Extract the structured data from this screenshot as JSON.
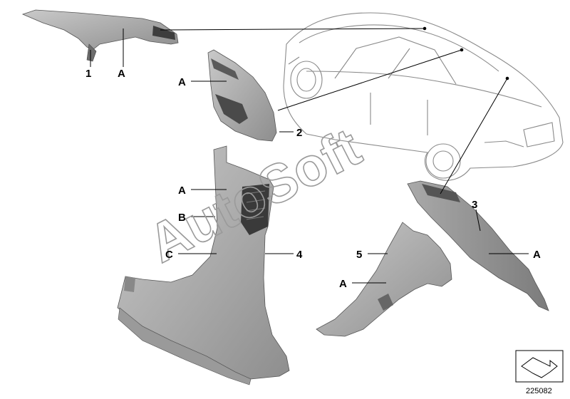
{
  "watermark": "AutoSoft",
  "diagram_number": "225082",
  "callouts": {
    "p1": "1",
    "p1_a": "A",
    "p2": "2",
    "p2_a": "A",
    "p3": "3",
    "p3_a": "A",
    "p4": "4",
    "p4_a": "A",
    "p4_b": "B",
    "p4_c": "C",
    "p5": "5",
    "p5_a": "A"
  },
  "icons": {
    "car": "sedan-outline-icon",
    "corner": "arrow-bracket-icon"
  }
}
